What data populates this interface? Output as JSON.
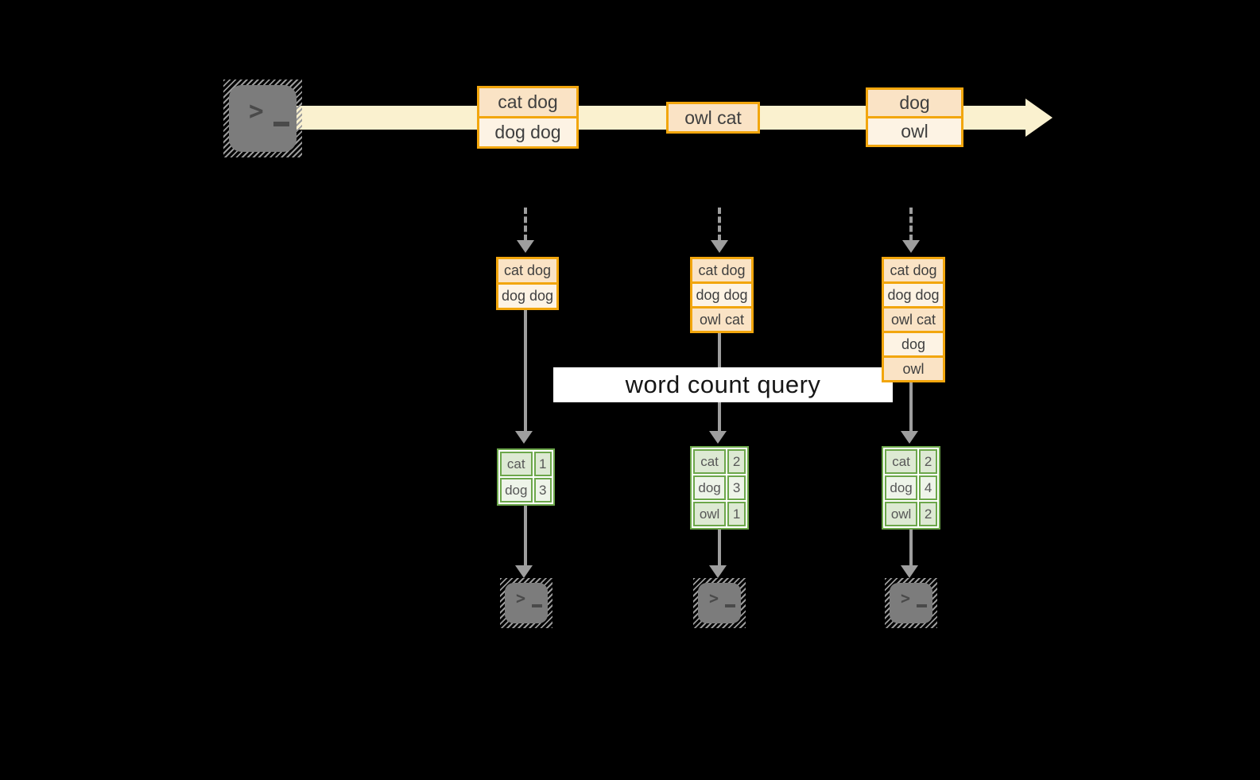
{
  "colors": {
    "background": "#000000",
    "stream_band": "#faf1cf",
    "event_border": "#f2a60d",
    "event_fill_dark": "#fae3c5",
    "event_fill_light": "#fdf3e4",
    "table_border": "#6ca74a",
    "table_row_dark": "#dde9d3",
    "table_row_light": "#eef4e9",
    "arrow_gray": "#9e9e9e",
    "query_band": "#ffffff"
  },
  "icons": {
    "terminal_glyph": ">"
  },
  "query": {
    "label": "word count query"
  },
  "stream": {
    "events": [
      {
        "rows": [
          "cat dog",
          "dog dog"
        ]
      },
      {
        "rows": [
          "owl cat"
        ]
      },
      {
        "rows": [
          "dog",
          "owl"
        ]
      }
    ]
  },
  "columns": [
    {
      "buffer": [
        "cat dog",
        "dog dog"
      ],
      "counts": [
        {
          "word": "cat",
          "count": "1"
        },
        {
          "word": "dog",
          "count": "3"
        }
      ]
    },
    {
      "buffer": [
        "cat dog",
        "dog dog",
        "owl cat"
      ],
      "counts": [
        {
          "word": "cat",
          "count": "2"
        },
        {
          "word": "dog",
          "count": "3"
        },
        {
          "word": "owl",
          "count": "1"
        }
      ]
    },
    {
      "buffer": [
        "cat dog",
        "dog dog",
        "owl cat",
        "dog",
        "owl"
      ],
      "counts": [
        {
          "word": "cat",
          "count": "2"
        },
        {
          "word": "dog",
          "count": "4"
        },
        {
          "word": "owl",
          "count": "2"
        }
      ]
    }
  ]
}
